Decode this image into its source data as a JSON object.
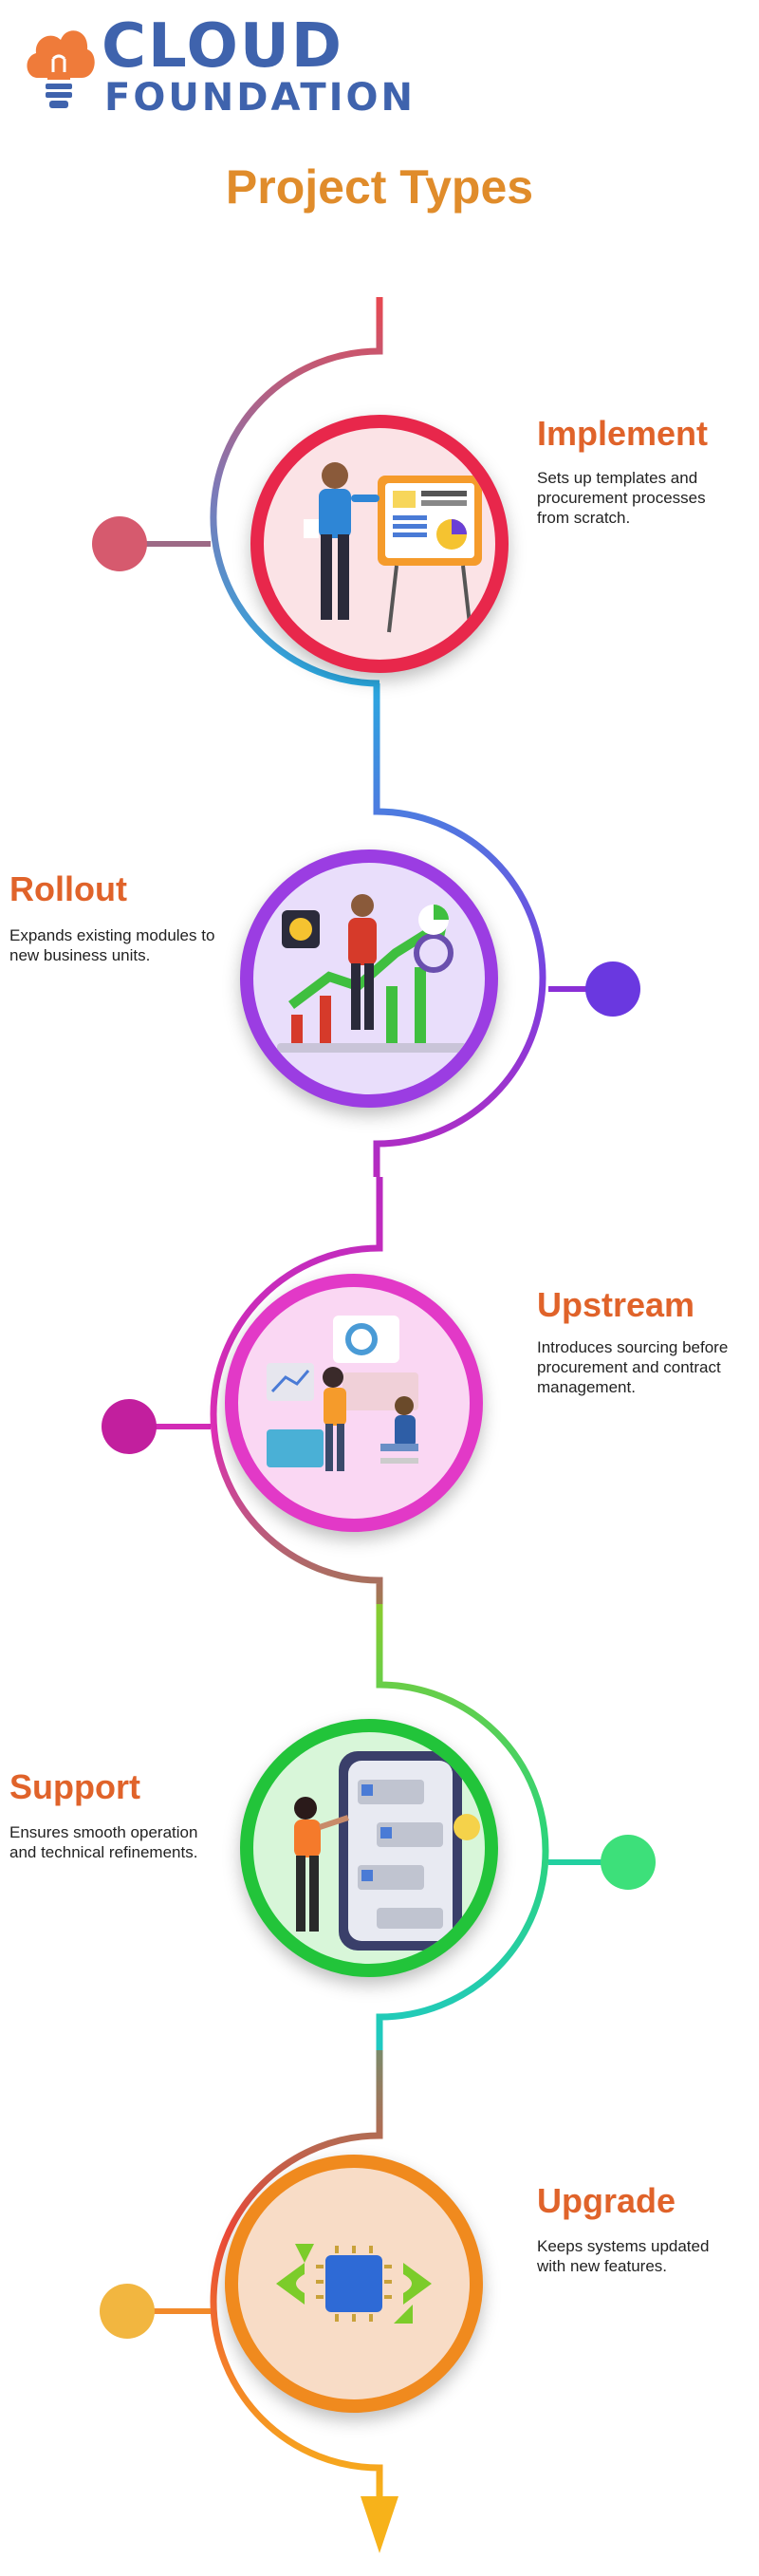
{
  "brand": {
    "line1": "CLOUD",
    "line2": "FOUNDATION",
    "colors": {
      "text": "#3f63ad",
      "bulb": "#ef7b3a"
    }
  },
  "page": {
    "title": "Project Types",
    "title_color": "#e08c2b"
  },
  "steps": [
    {
      "title": "Implement",
      "description": "Sets up templates and procurement processes from scratch.",
      "ring_color": "#e8274b",
      "fill_color": "#fbe3e6",
      "dot_color": "#d65a6e",
      "icon": "presenter-whiteboard-icon"
    },
    {
      "title": "Rollout",
      "description": "Expands existing modules to new business units.",
      "ring_color": "#9b3de2",
      "fill_color": "#e9defb",
      "dot_color": "#6a38e0",
      "icon": "growth-chart-icon"
    },
    {
      "title": "Upstream",
      "description": "Introduces sourcing before procurement and contract management.",
      "ring_color": "#e239c7",
      "fill_color": "#fad7f3",
      "dot_color": "#c21f9e",
      "icon": "team-analytics-icon"
    },
    {
      "title": "Support",
      "description": "Ensures smooth operation and technical refinements.",
      "ring_color": "#22c43a",
      "fill_color": "#d8f6d9",
      "dot_color": "#3de07a",
      "icon": "phone-reviews-icon"
    },
    {
      "title": "Upgrade",
      "description": "Keeps systems updated with new features.",
      "ring_color": "#f08a1e",
      "fill_color": "#f8dcc6",
      "dot_color": "#f2b640",
      "icon": "chip-refresh-icon"
    }
  ]
}
